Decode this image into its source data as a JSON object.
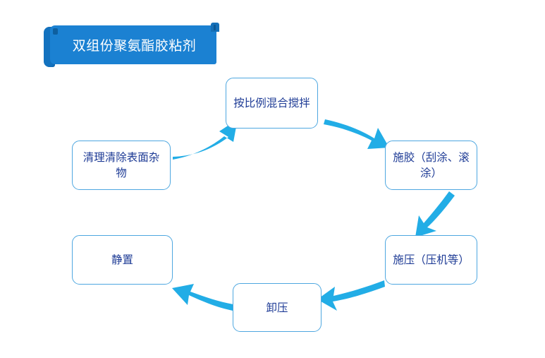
{
  "diagram": {
    "title_banner": {
      "text": "双组份聚氨酯胶粘剂",
      "fill_color": "#1b81d2",
      "roll_color": "#1372bf",
      "text_color": "#ffffff"
    },
    "theme": {
      "node_border_color": "#4ea7e0",
      "node_text_color": "#1f3c96",
      "node_fill_color": "#ffffff",
      "arrow_color": "#22ade6",
      "background_color": "#ffffff"
    },
    "cycle_direction": "clockwise",
    "nodes": [
      {
        "id": "mix",
        "label": "按比例混合搅拌",
        "order": 1
      },
      {
        "id": "glue",
        "label": "施胶（刮涂、滚涂）",
        "order": 2
      },
      {
        "id": "press",
        "label": "施压（压机等）",
        "order": 3
      },
      {
        "id": "rel",
        "label": "卸压",
        "order": 4
      },
      {
        "id": "rest",
        "label": "静置",
        "order": 5
      },
      {
        "id": "clean",
        "label": "清理清除表面杂物",
        "order": 6
      }
    ],
    "arrows": [
      {
        "id": "a1",
        "from": "mix",
        "to": "glue",
        "direction": "down-right"
      },
      {
        "id": "a2",
        "from": "glue",
        "to": "press",
        "direction": "down-left"
      },
      {
        "id": "a3",
        "from": "press",
        "to": "rel",
        "direction": "left"
      },
      {
        "id": "a4",
        "from": "rel",
        "to": "rest",
        "direction": "up-left"
      },
      {
        "id": "a5",
        "from": "clean",
        "to": "mix",
        "direction": "up-right"
      }
    ]
  }
}
